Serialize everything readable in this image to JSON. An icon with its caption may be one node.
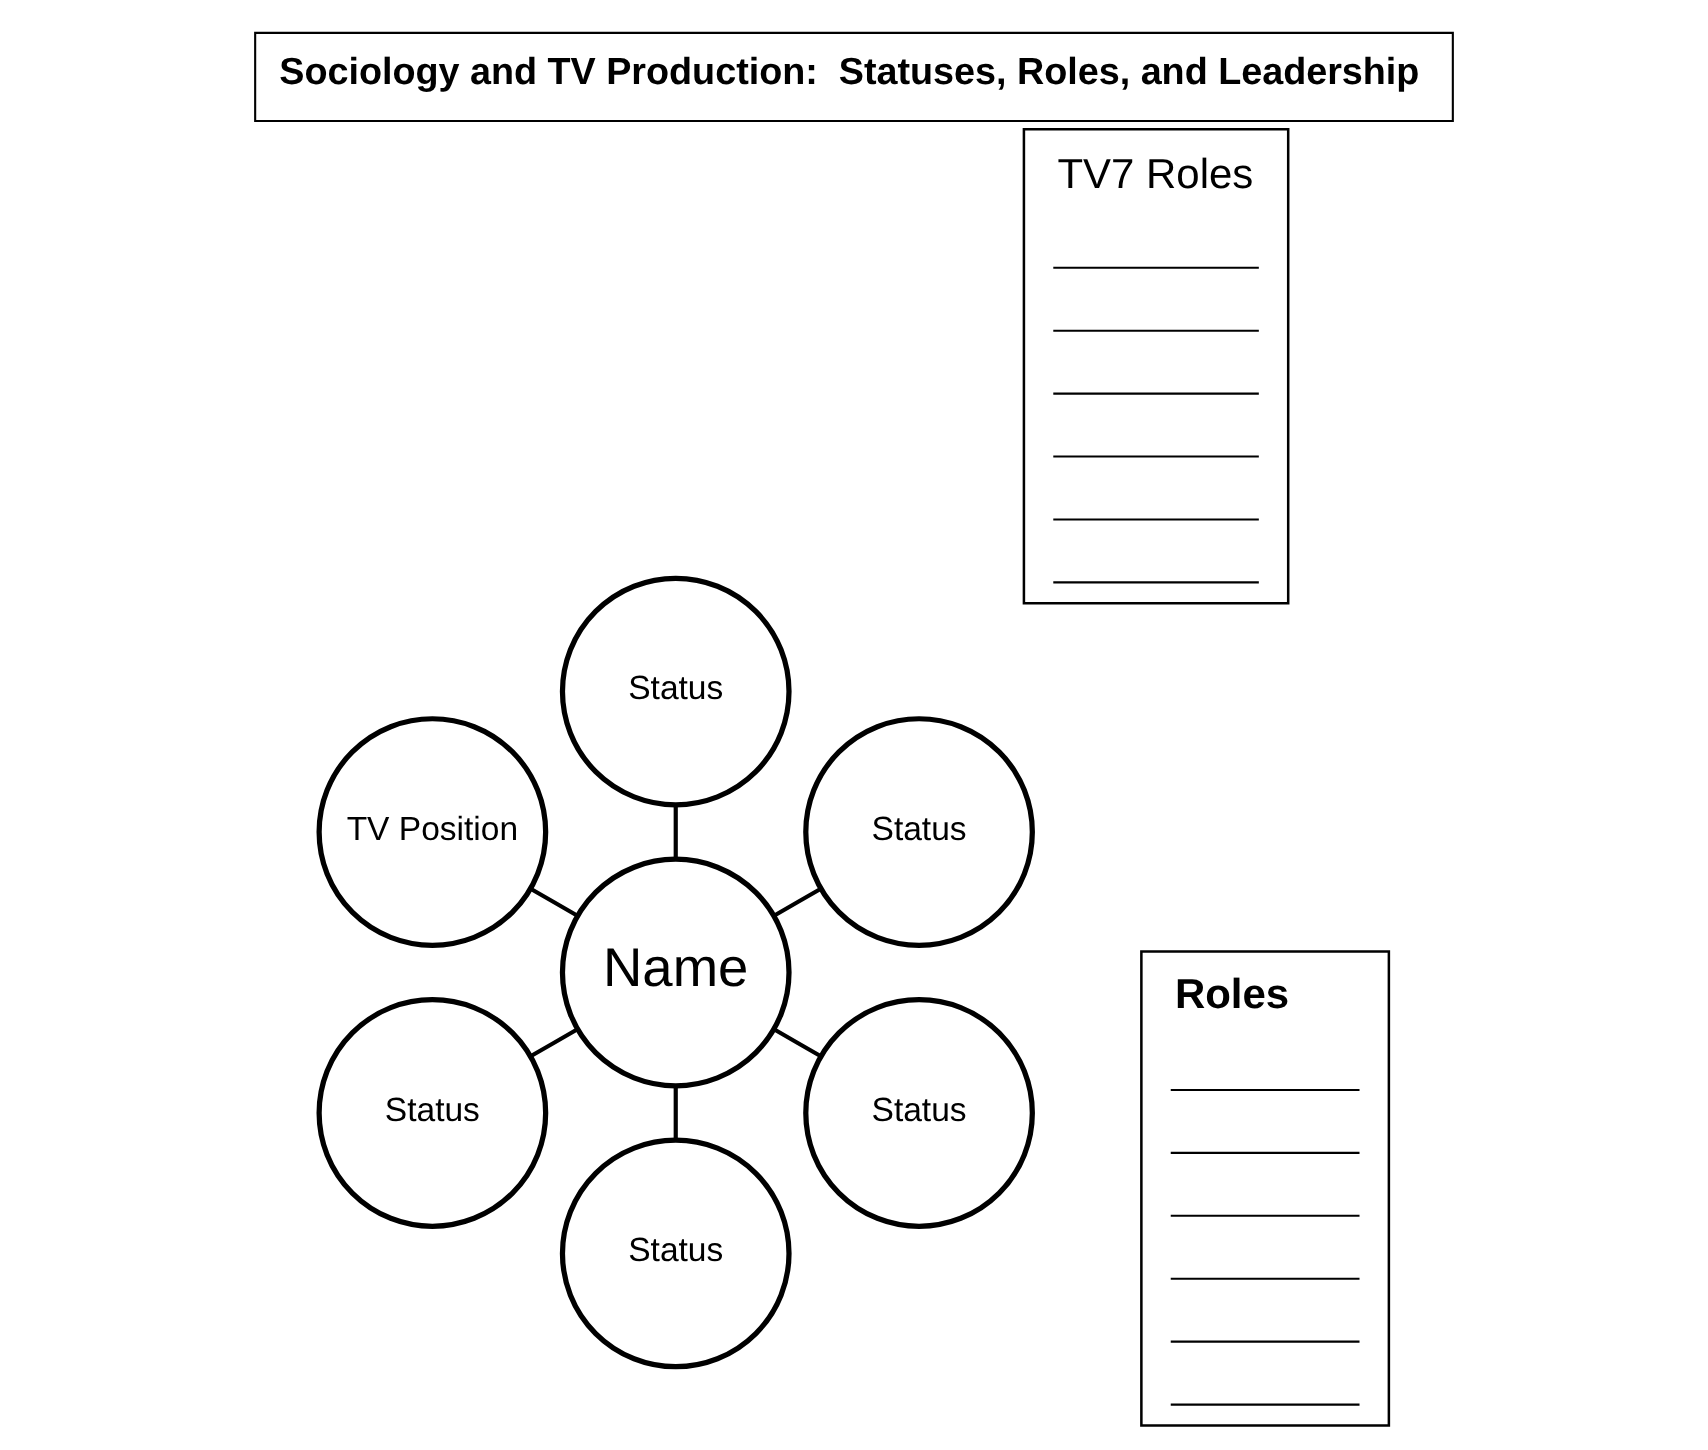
{
  "diagram": {
    "title": "Sociology and TV Production:  Statuses, Roles, and Leadership",
    "nodes": [
      {
        "text": [
          "Roles"
        ]
      },
      {
        "text": [
          "Status"
        ]
      },
      {
        "text": [
          "TV7 Roles"
        ]
      },
      {
        "text": [
          "Status"
        ]
      },
      {
        "text": [
          "TV Position"
        ]
      },
      {
        "text": [
          "Name"
        ]
      },
      {
        "text": [
          "Status"
        ]
      },
      {
        "text": [
          "Status"
        ]
      },
      {
        "text": [
          "Status"
        ]
      }
    ],
    "edges": [
      {
        "from": 5,
        "to": 1,
        "arrow": "none"
      },
      {
        "from": 5,
        "to": 3,
        "arrow": "none"
      },
      {
        "from": 5,
        "to": 4,
        "arrow": "none"
      },
      {
        "from": 5,
        "to": 6,
        "arrow": "none"
      },
      {
        "from": 5,
        "to": 7,
        "arrow": "none"
      },
      {
        "from": 5,
        "to": 8,
        "arrow": "none"
      }
    ]
  }
}
